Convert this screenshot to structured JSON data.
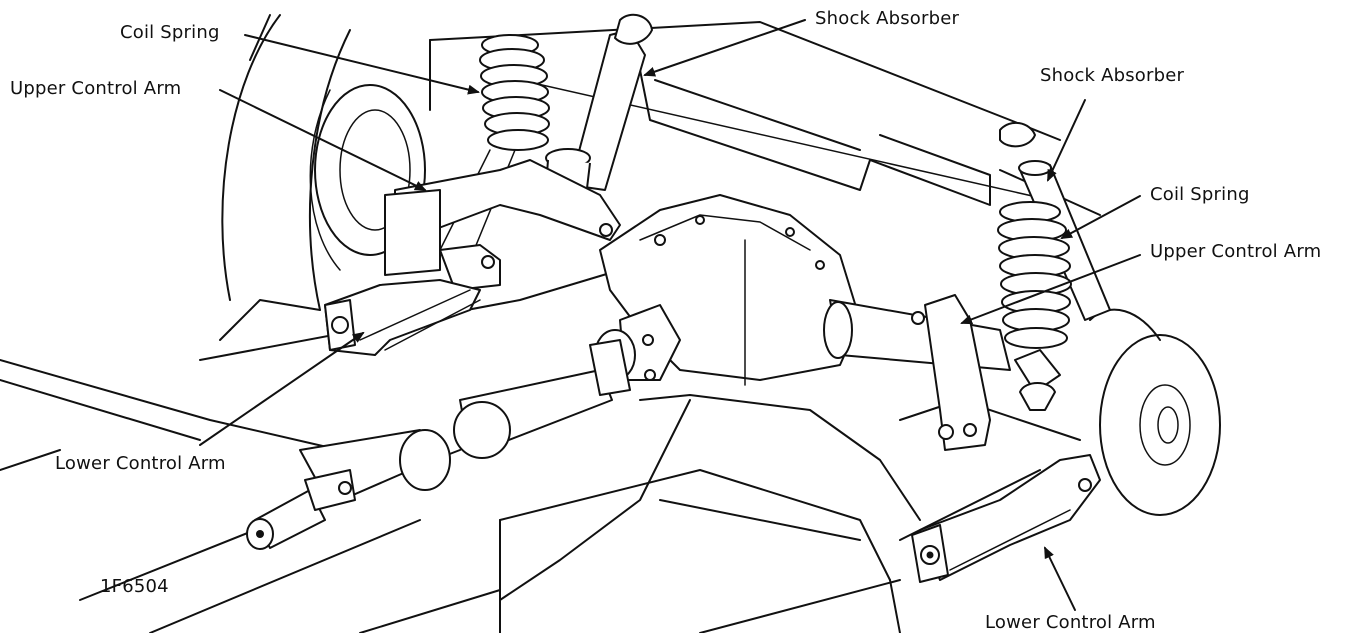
{
  "labels": {
    "coil_spring_left": "Coil Spring",
    "upper_control_arm_left": "Upper Control Arm",
    "lower_control_arm_left": "Lower Control Arm",
    "shock_absorber_top": "Shock Absorber",
    "shock_absorber_right": "Shock Absorber",
    "coil_spring_right": "Coil Spring",
    "upper_control_arm_right": "Upper Control Arm",
    "lower_control_arm_right": "Lower Control Arm"
  },
  "figure_id": "1F6504"
}
